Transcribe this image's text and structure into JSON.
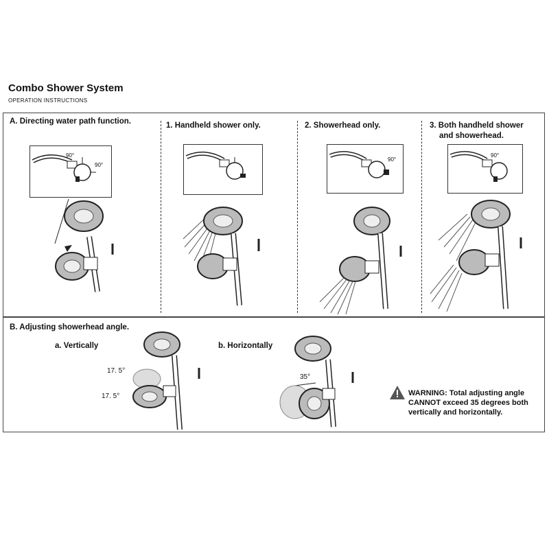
{
  "header": {
    "title": "Combo Shower System",
    "subtitle": "OPERATION INSTRUCTIONS"
  },
  "section_a": {
    "label": "A. Directing water path function.",
    "columns": [
      {
        "label": "1. Handheld shower only."
      },
      {
        "label": "2. Showerhead only."
      },
      {
        "label_line1": "3. Both handheld shower",
        "label_line2": "and showerhead."
      }
    ],
    "angle_90": "90°"
  },
  "section_b": {
    "label": "B. Adjusting showerhead angle.",
    "vertical_label": "a. Vertically",
    "horizontal_label": "b. Horizontally",
    "angle_up": "17. 5°",
    "angle_down": "17. 5°",
    "angle_horizontal": "35°"
  },
  "warning": {
    "heading": "WARNING:",
    "text": "Total adjusting angle CANNOT exceed 35 degrees both vertically and horizontally."
  },
  "icons": [
    "warning-triangle-icon",
    "diverter-valve-icon",
    "shower-head-icon",
    "handheld-shower-icon"
  ]
}
